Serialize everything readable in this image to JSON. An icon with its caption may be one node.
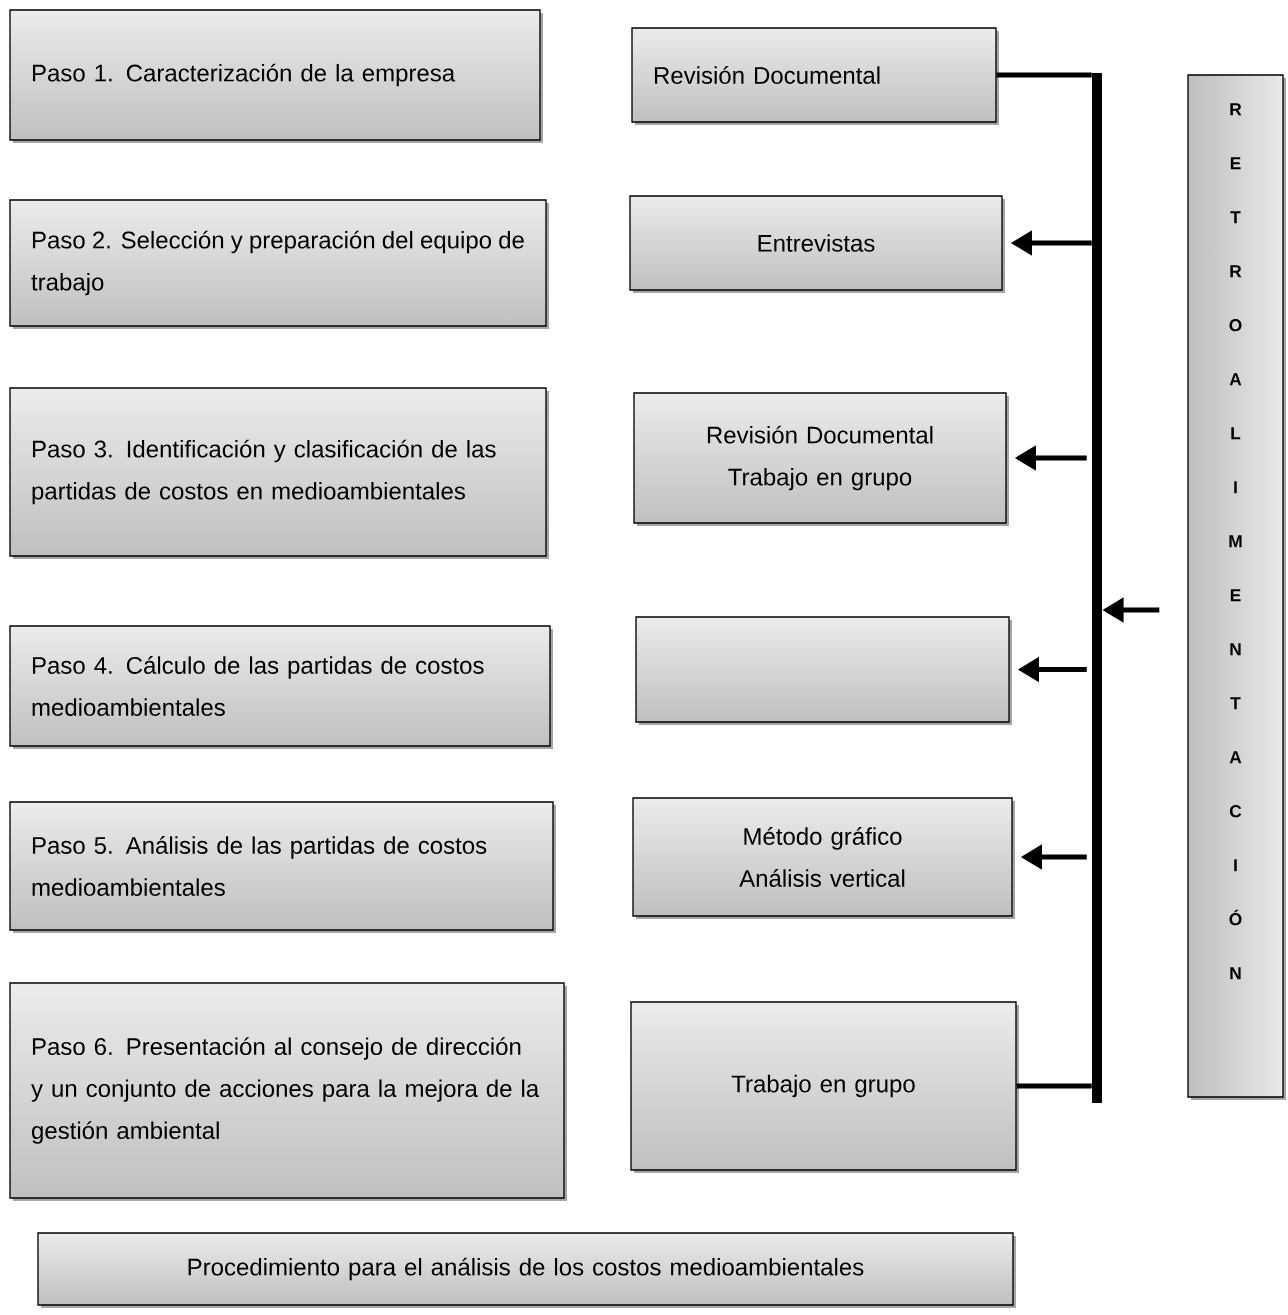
{
  "diagram": {
    "nodes": [
      {
        "text": [
          "Paso 1. Caracterización de la empresa"
        ]
      },
      {
        "text": [
          "Paso 2. Selección y preparación del equipo de trabajo"
        ]
      },
      {
        "text": [
          "Paso 3. Identificación y clasificación de las partidas de costos en medioambientales"
        ]
      },
      {
        "text": [
          "Paso 4. Cálculo de las partidas de costos medioambientales"
        ]
      },
      {
        "text": [
          "Paso 5. Análisis de las partidas de costos medioambientales"
        ]
      },
      {
        "text": [
          "Paso 6. Presentación al consejo de dirección y un conjunto de acciones para la mejora de la gestión ambiental"
        ]
      },
      {
        "text": [
          "Revisión Documental"
        ]
      },
      {
        "text": [
          "Entrevistas"
        ]
      },
      {
        "text": [
          "Revisión Documental",
          "Trabajo en grupo"
        ]
      },
      {
        "text": [],
        "shape": "box"
      },
      {
        "text": [
          "Método gráfico",
          "Análisis vertical"
        ]
      },
      {
        "text": [
          "Trabajo en grupo"
        ]
      },
      {
        "text": [],
        "shape": "bar"
      },
      {
        "text": [
          "R E T R O A L I M E N T A C I Ó N"
        ]
      },
      {
        "text": [
          "Procedimiento para el análisis de los costos medioambientales"
        ]
      }
    ],
    "edges": [
      {
        "from": 6,
        "to": 12,
        "arrow": "none"
      },
      {
        "from": 12,
        "to": 7,
        "arrow": "to"
      },
      {
        "from": 12,
        "to": 8,
        "arrow": "to"
      },
      {
        "from": 12,
        "to": 9,
        "arrow": "to"
      },
      {
        "from": 12,
        "to": 10,
        "arrow": "to"
      },
      {
        "from": 11,
        "to": 12,
        "arrow": "none"
      },
      {
        "from": 13,
        "to": 12,
        "arrow": "to"
      }
    ]
  }
}
